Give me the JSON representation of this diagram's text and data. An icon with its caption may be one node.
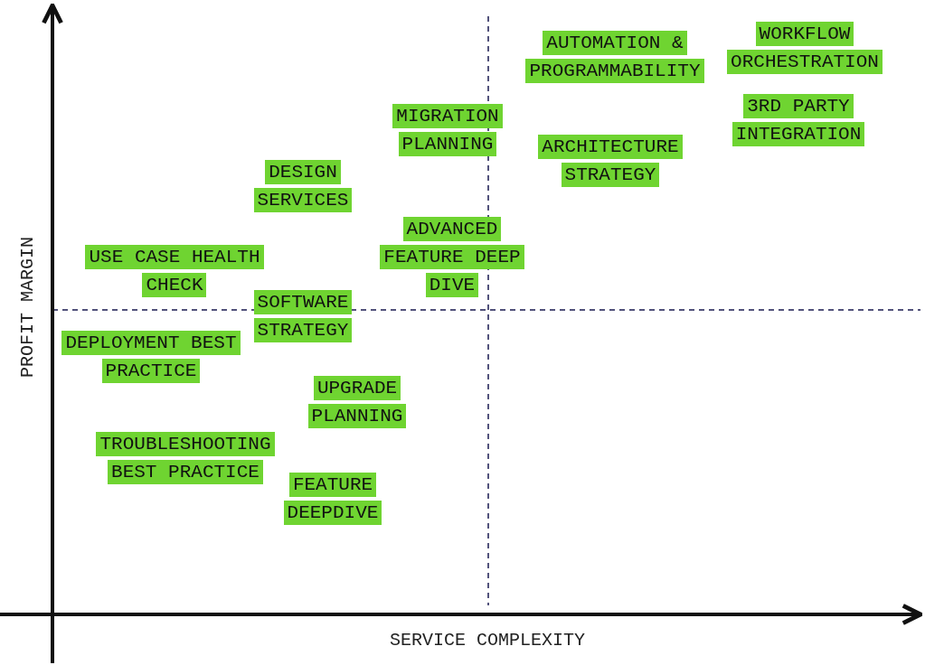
{
  "diagram": {
    "nodes": [
      {
        "text": [
          "AUTOMATION & PROGRAMMABILITY"
        ]
      },
      {
        "text": [
          "WORKFLOW ORCHESTRATION"
        ]
      },
      {
        "text": [
          "3RD PARTY INTEGRATION"
        ]
      },
      {
        "text": [
          "MIGRATION PLANNING"
        ]
      },
      {
        "text": [
          "ARCHITECTURE STRATEGY"
        ]
      },
      {
        "text": [
          "DESIGN SERVICES"
        ]
      },
      {
        "text": [
          "ADVANCED FEATURE DEEP DIVE"
        ]
      },
      {
        "text": [
          "USE CASE HEALTH CHECK"
        ]
      },
      {
        "text": [
          "SOFTWARE STRATEGY"
        ]
      },
      {
        "text": [
          "DEPLOYMENT BEST PRACTICE"
        ]
      },
      {
        "text": [
          "UPGRADE PLANNING"
        ]
      },
      {
        "text": [
          "TROUBLESHOOTING BEST PRACTICE"
        ]
      },
      {
        "text": [
          "FEATURE DEEPDIVE"
        ]
      }
    ],
    "labels": [
      "PROFIT MARGIN",
      "SERVICE COMPLEXITY"
    ]
  }
}
